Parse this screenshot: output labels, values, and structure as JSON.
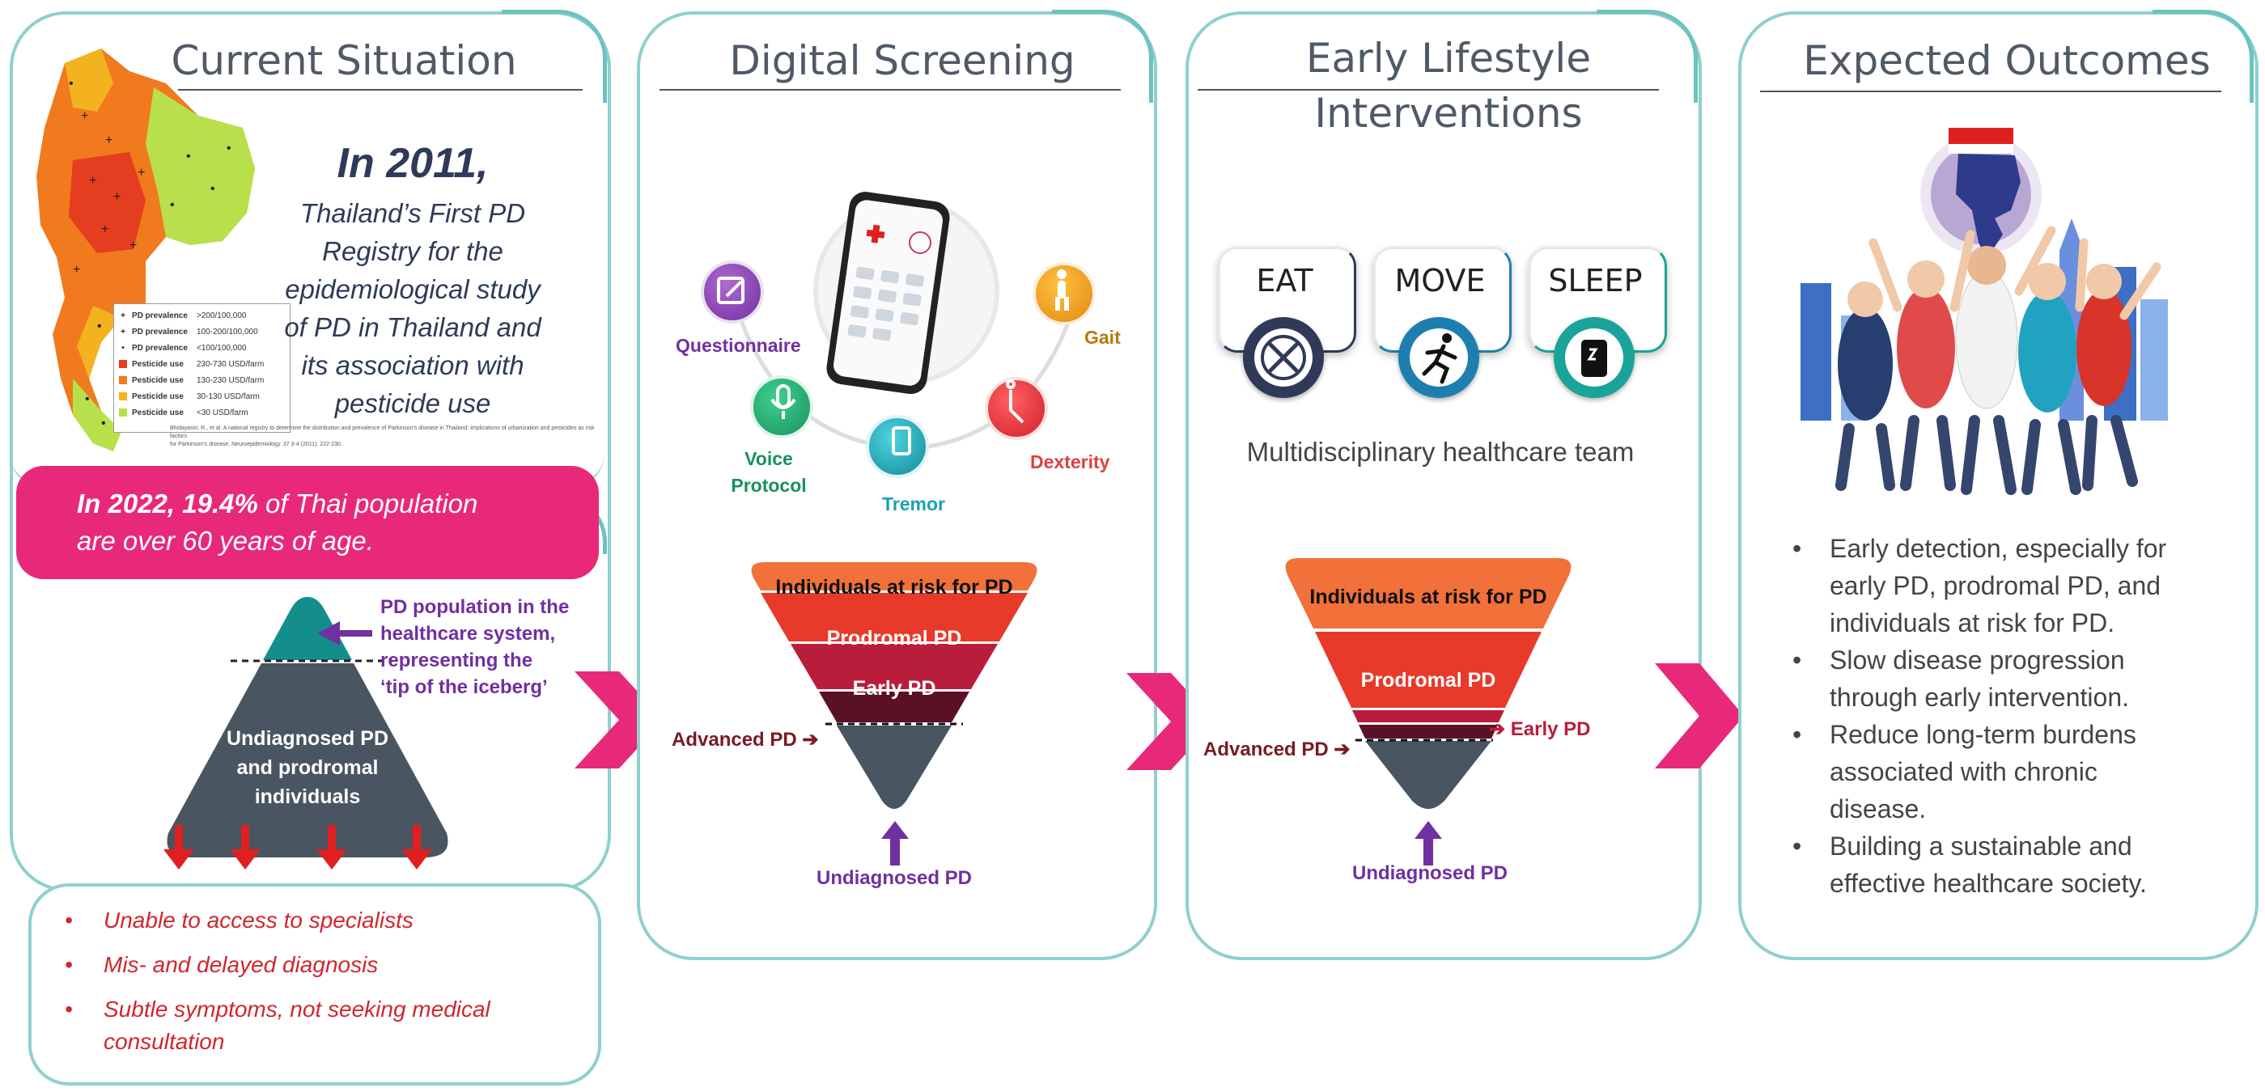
{
  "panel1": {
    "title": "Current Situation",
    "intro_year": "In 2011,",
    "intro_lines": [
      "Thailand’s First PD",
      "Registry for the",
      "epidemiological study",
      "of PD in Thailand and",
      "its association with",
      "pesticide use"
    ],
    "legend": [
      {
        "label": "PD prevalence",
        "value": ">200/100,000",
        "marker": "cross-heavy",
        "color": "#222222"
      },
      {
        "label": "PD prevalence",
        "value": "100-200/100,000",
        "marker": "cross",
        "color": "#222222"
      },
      {
        "label": "PD prevalence",
        "value": "<100/100,000",
        "marker": "dot",
        "color": "#222222"
      },
      {
        "label": "Pesticide use",
        "value": "230-730 USD/farm",
        "marker": "box",
        "color": "#e53d1f"
      },
      {
        "label": "Pesticide use",
        "value": "130-230 USD/farm",
        "marker": "box",
        "color": "#f07a1d"
      },
      {
        "label": "Pesticide use",
        "value": "30-130 USD/farm",
        "marker": "box",
        "color": "#f3b21f"
      },
      {
        "label": "Pesticide use",
        "value": "<30 USD/farm",
        "marker": "box",
        "color": "#b8e04a"
      }
    ],
    "citation_lines": [
      "Bhidayasiri, R., et al. A national registry to determine the distribution and prevalence of Parkinson’s disease in Thailand: implications of urbanization and pesticides as risk factors",
      "for Parkinson’s disease. Neuroepidemiology. 37 3-4 (2011): 222-230."
    ],
    "banner_bold": "In 2022, 19.4%",
    "banner_rest": " of Thai population",
    "banner_line2": "are over 60 years of age.",
    "tip_label_lines": [
      "PD population in the",
      "healthcare system,",
      "representing the",
      "‘tip of the iceberg’"
    ],
    "iceberg_lines": [
      "Undiagnosed PD",
      "and prodromal",
      "individuals"
    ],
    "barriers": [
      "Unable to access to specialists",
      "Mis- and delayed diagnosis",
      "Subtle symptoms, not seeking medical",
      "consultation"
    ]
  },
  "panel2": {
    "title": "Digital Screening",
    "features": {
      "questionnaire": "Questionnaire",
      "voice_1": "Voice",
      "voice_2": "Protocol",
      "tremor": "Tremor",
      "dexterity": "Dexterity",
      "gait": "Gait"
    },
    "funnel": [
      "Individuals at risk for PD",
      "Prodromal PD",
      "Early PD"
    ],
    "advanced": "Advanced PD",
    "undiagnosed": "Undiagnosed PD"
  },
  "panel3": {
    "title_1": "Early Lifestyle",
    "title_2": "Interventions",
    "cards": [
      "EAT",
      "MOVE",
      "SLEEP"
    ],
    "team": "Multidisciplinary healthcare team",
    "funnel": [
      "Individuals at risk for PD",
      "Prodromal PD"
    ],
    "early": "Early PD",
    "advanced": "Advanced PD",
    "undiagnosed": "Undiagnosed PD"
  },
  "panel4": {
    "title": "Expected Outcomes",
    "outcomes": [
      [
        "Early detection, especially for",
        "early PD, prodromal PD, and",
        "individuals at risk for PD."
      ],
      [
        "Slow disease progression",
        "through early intervention."
      ],
      [
        "Reduce long-term burdens",
        "associated with chronic",
        "disease."
      ],
      [
        "Building a sustainable and",
        "effective healthcare society."
      ]
    ]
  },
  "colors": {
    "border": "#8fd0cd",
    "pink": "#e8297a",
    "navy": "#2e3a57",
    "purple": "#7030a0",
    "dark_red": "#7a1a24",
    "slate": "#495560",
    "teal": "#138e8a"
  }
}
